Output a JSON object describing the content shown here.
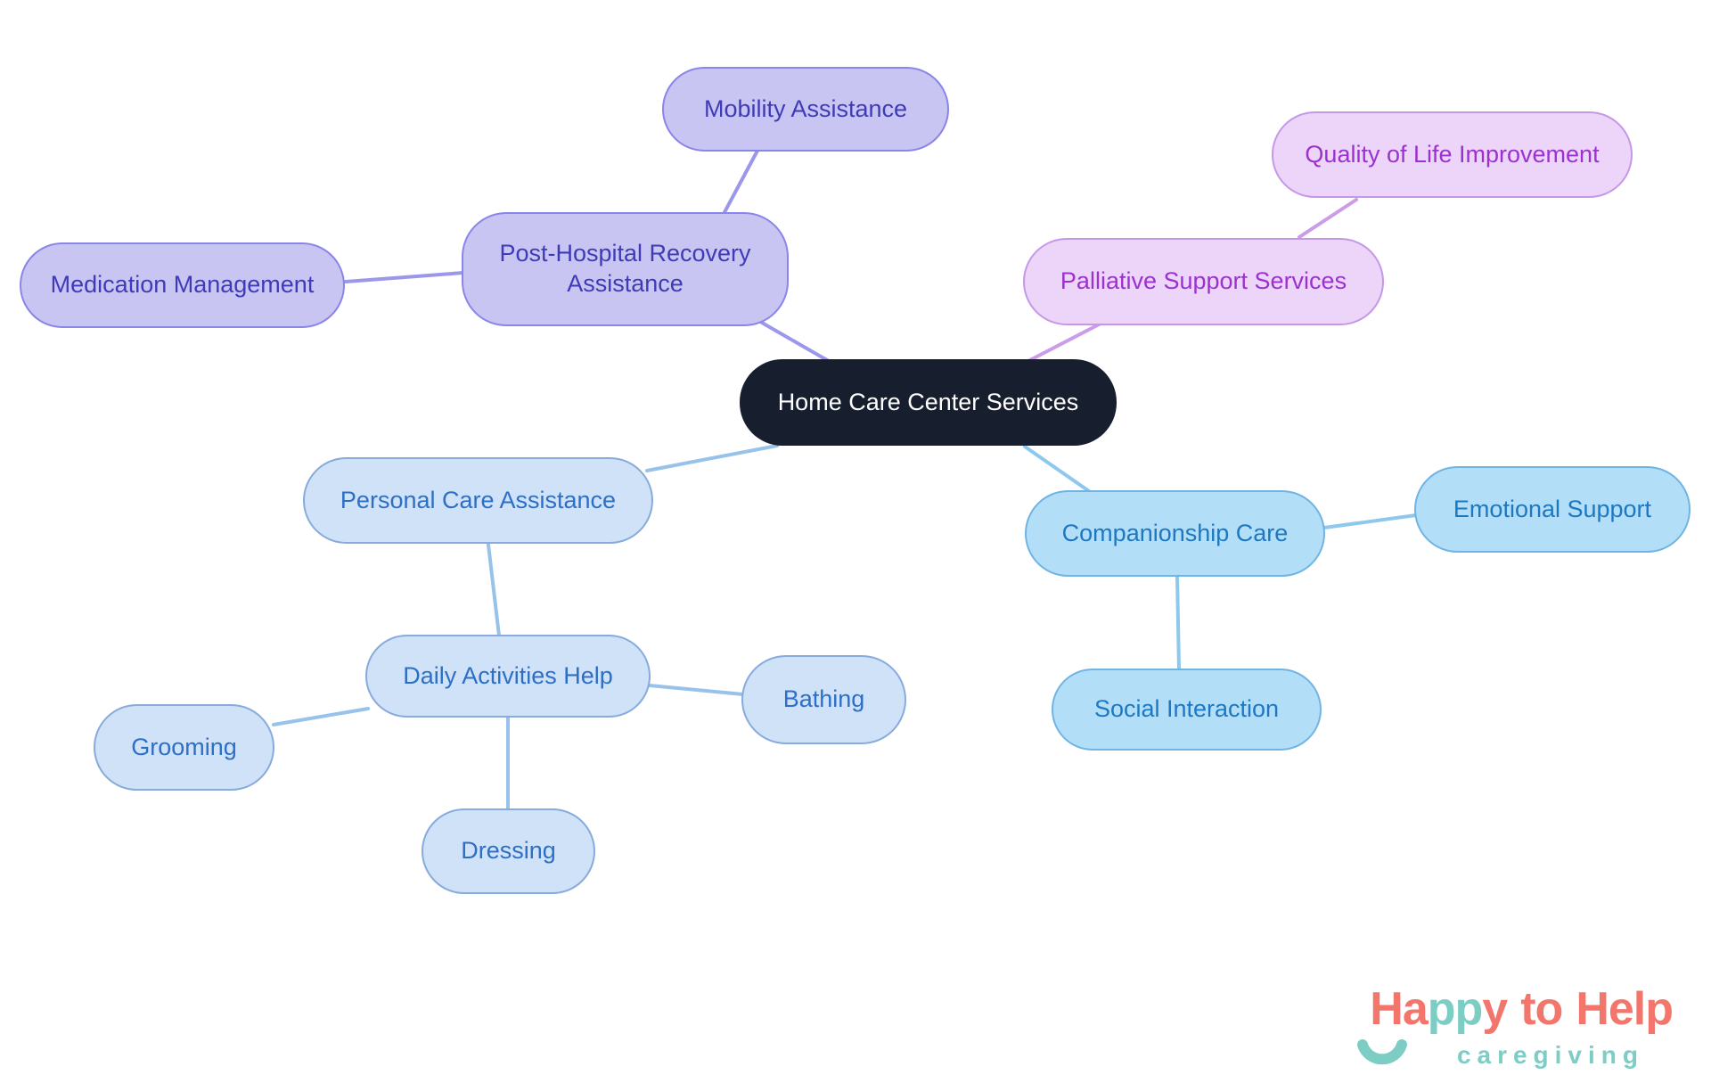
{
  "page": {
    "type": "mind-map-diagram",
    "background": "#ffffff"
  },
  "palette": {
    "root": {
      "fill": "#171e2d",
      "text": "#ffffff"
    },
    "purple": {
      "fill": "#c9c5f3",
      "border": "#8a85e8",
      "text": "#3f3bb6",
      "line": "#9b98eb"
    },
    "pink": {
      "fill": "#ecd5f9",
      "border": "#c597e7",
      "text": "#9b32cf",
      "line": "#cb9ce9"
    },
    "blue": {
      "fill": "#cfe2f8",
      "border": "#86abdc",
      "text": "#2e6fc6",
      "line": "#97c2ea"
    },
    "cyan": {
      "fill": "#b3def8",
      "border": "#6fb4e2",
      "text": "#1d78c2",
      "line": "#8ec8ec"
    }
  },
  "nodes": {
    "root": {
      "label": "Home Care Center Services"
    },
    "post_hospital": {
      "label": "Post-Hospital Recovery Assistance"
    },
    "mobility": {
      "label": "Mobility Assistance"
    },
    "medication": {
      "label": "Medication Management"
    },
    "palliative": {
      "label": "Palliative Support Services"
    },
    "quality": {
      "label": "Quality of Life Improvement"
    },
    "personal": {
      "label": "Personal Care Assistance"
    },
    "daily": {
      "label": "Daily Activities Help"
    },
    "grooming": {
      "label": "Grooming"
    },
    "bathing": {
      "label": "Bathing"
    },
    "dressing": {
      "label": "Dressing"
    },
    "companionship": {
      "label": "Companionship Care"
    },
    "emotional": {
      "label": "Emotional Support"
    },
    "social": {
      "label": "Social Interaction"
    }
  },
  "hierarchy": {
    "Home Care Center Services": {
      "Post-Hospital Recovery Assistance": [
        "Mobility Assistance",
        "Medication Management"
      ],
      "Palliative Support Services": [
        "Quality of Life Improvement"
      ],
      "Personal Care Assistance": {
        "Daily Activities Help": [
          "Grooming",
          "Bathing",
          "Dressing"
        ]
      },
      "Companionship Care": [
        "Emotional Support",
        "Social Interaction"
      ]
    }
  },
  "logo": {
    "part_ha": "Ha",
    "part_pp": "pp",
    "part_y": "y",
    "part_to": "to",
    "part_help": "Help",
    "tagline": "caregiving",
    "coral": "#f2766b",
    "teal": "#7ecdc5"
  }
}
